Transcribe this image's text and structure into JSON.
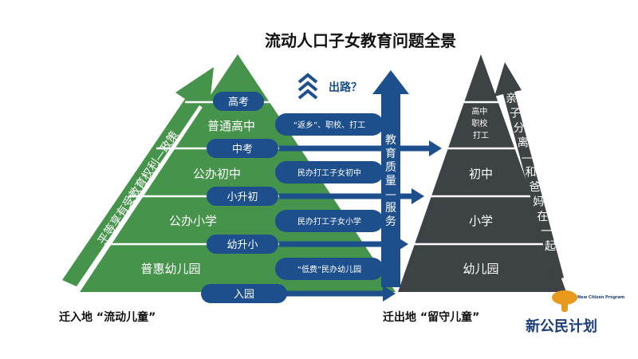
{
  "title": "流动人口子女教育问题全景",
  "exit_question": "出路？",
  "left_arrow_text": "平等享有受教育权利—政策",
  "center_arrow_text": "教育质量—服务",
  "right_arrow_text": "亲子分离—和爸妈在一起",
  "left_levels": [
    "普通高中",
    "公办初中",
    "公办小学",
    "普惠幼儿园"
  ],
  "transitions": [
    "高考",
    "中考",
    "小升初",
    "幼升小",
    "入园"
  ],
  "migrant_options": [
    "“返乡”、职校、打工",
    "民办打工子女初中",
    "民办打工子女小学",
    "“低费”民办幼儿园"
  ],
  "right_levels": [
    "高中\n职校\n打工",
    "初中",
    "小学",
    "幼儿园"
  ],
  "left_caption": "迁入地 “流动儿童”",
  "right_caption": "迁出地 “留守儿童”",
  "logo": {
    "text": "新公民计划",
    "small": "New Citizen Program"
  },
  "colors": {
    "green": "#46934b",
    "blue": "#1c4f8c",
    "dark": "#3d4244",
    "navy": "#0f3566"
  }
}
